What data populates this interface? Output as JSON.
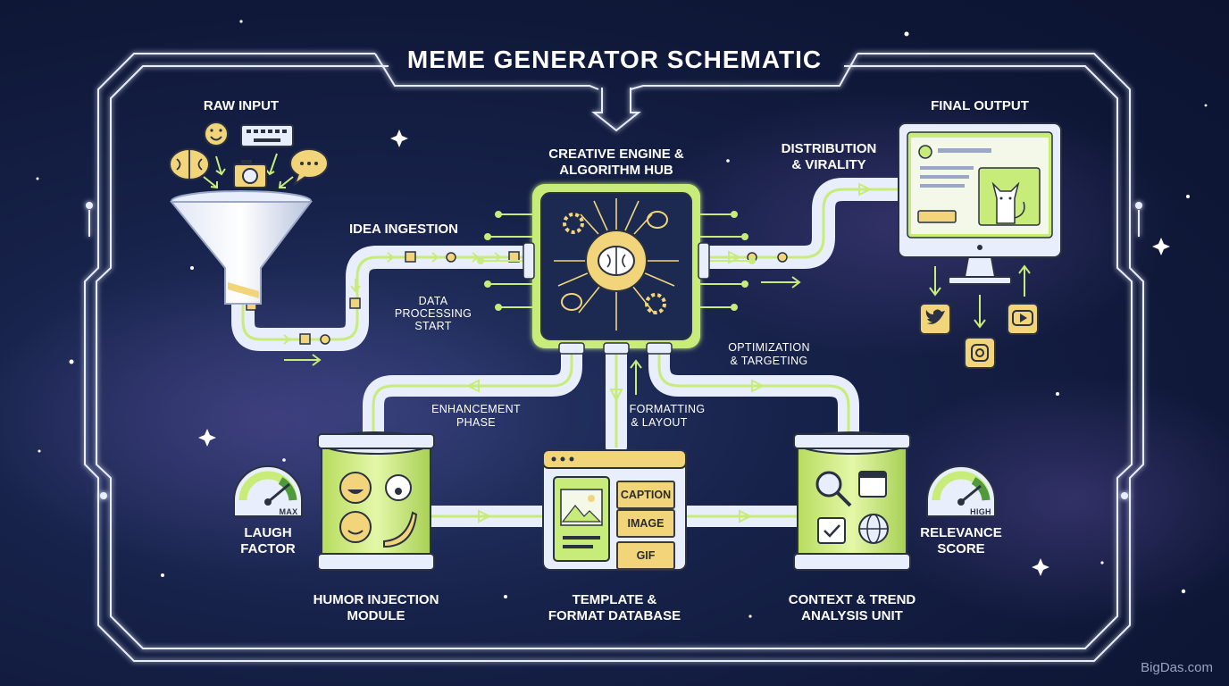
{
  "title": "MEME GENERATOR SCHEMATIC",
  "stages": {
    "raw_input": "RAW INPUT",
    "idea_ingestion": "IDEA INGESTION",
    "data_processing_1": "DATA",
    "data_processing_2": "PROCESSING",
    "data_processing_3": "START",
    "engine_1": "CREATIVE ENGINE &",
    "engine_2": "ALGORITHM HUB",
    "distribution_1": "DISTRIBUTION",
    "distribution_2": "& VIRALITY",
    "final_output": "FINAL OUTPUT",
    "optimization_1": "OPTIMIZATION",
    "optimization_2": "& TARGETING",
    "enhancement_1": "ENHANCEMENT",
    "enhancement_2": "PHASE",
    "formatting_1": "FORMATTING",
    "formatting_2": "& LAYOUT",
    "laugh_1": "LAUGH",
    "laugh_2": "FACTOR",
    "humor_1": "HUMOR INJECTION",
    "humor_2": "MODULE",
    "template_1": "TEMPLATE &",
    "template_2": "FORMAT DATABASE",
    "context_1": "CONTEXT & TREND",
    "context_2": "ANALYSIS UNIT",
    "relevance_1": "RELEVANCE",
    "relevance_2": "SCORE"
  },
  "gauges": {
    "laugh": "MAX",
    "relevance": "HIGH"
  },
  "template_buttons": {
    "caption": "CAPTION",
    "image": "IMAGE",
    "gif": "GIF"
  },
  "watermark": "BigDas.com",
  "colors": {
    "accent": "#c8ec7a",
    "frame": "#e8eefc",
    "yellow": "#f2d57a",
    "background": "#131d42"
  }
}
